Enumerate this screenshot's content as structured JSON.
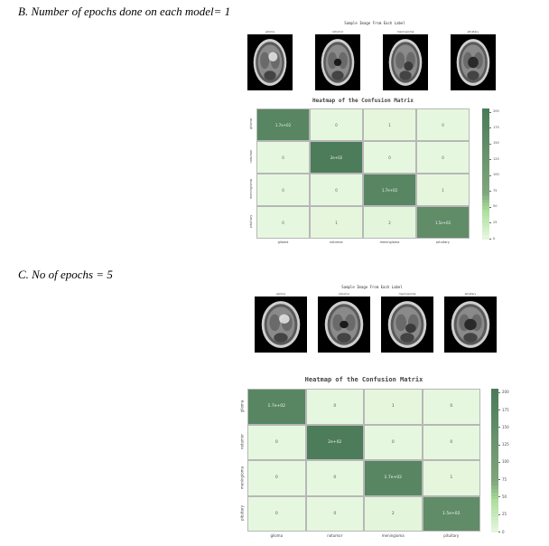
{
  "headings": {
    "b": "B.   Number of epochs done on each model= 1",
    "c": "C.   No of epochs = 5"
  },
  "sample_title": "Sample Image From Each Label",
  "labels": [
    "glioma",
    "notumor",
    "meningioma",
    "pituitary"
  ],
  "figures": [
    {
      "id": "b",
      "chart_data": {
        "type": "heatmap",
        "title": "Heatmap of the Confusion Matrix",
        "row_labels": [
          "glioma",
          "notumor",
          "meningioma",
          "pituitary"
        ],
        "col_labels": [
          "glioma",
          "notumor",
          "meningioma",
          "pituitary"
        ],
        "values": [
          [
            170,
            0,
            1,
            0
          ],
          [
            0,
            200,
            0,
            0
          ],
          [
            0,
            0,
            170,
            1
          ],
          [
            0,
            1,
            2,
            150
          ]
        ],
        "annotations": [
          [
            "1.7e+02",
            "0",
            "1",
            "0"
          ],
          [
            "0",
            "2e+02",
            "0",
            "0"
          ],
          [
            "0",
            "0",
            "1.7e+02",
            "1"
          ],
          [
            "0",
            "1",
            "2",
            "1.5e+02"
          ]
        ],
        "colorbar_ticks": [
          "200",
          "175",
          "150",
          "125",
          "100",
          "75",
          "50",
          "25",
          "0"
        ],
        "vmin": 0,
        "vmax": 205
      }
    },
    {
      "id": "c",
      "chart_data": {
        "type": "heatmap",
        "title": "Heatmap of the Confusion Matrix",
        "row_labels": [
          "glioma",
          "notumor",
          "meningioma",
          "pituitary"
        ],
        "col_labels": [
          "glioma",
          "notumor",
          "meningioma",
          "pituitary"
        ],
        "values": [
          [
            170,
            0,
            1,
            0
          ],
          [
            0,
            200,
            0,
            0
          ],
          [
            0,
            0,
            170,
            1
          ],
          [
            0,
            0,
            2,
            150
          ]
        ],
        "annotations": [
          [
            "1.7e+02",
            "0",
            "1",
            "0"
          ],
          [
            "0",
            "2e+02",
            "0",
            "0"
          ],
          [
            "0",
            "0",
            "1.7e+02",
            "1"
          ],
          [
            "0",
            "0",
            "2",
            "1.5e+02"
          ]
        ],
        "colorbar_ticks": [
          "200",
          "175",
          "150",
          "125",
          "100",
          "75",
          "50",
          "25",
          "0"
        ],
        "vmin": 0,
        "vmax": 205
      }
    }
  ],
  "colors": {
    "low": "#e6f7df",
    "light": "#a9de9a",
    "mid": "#7fa67c",
    "high": "#4a7a59"
  }
}
